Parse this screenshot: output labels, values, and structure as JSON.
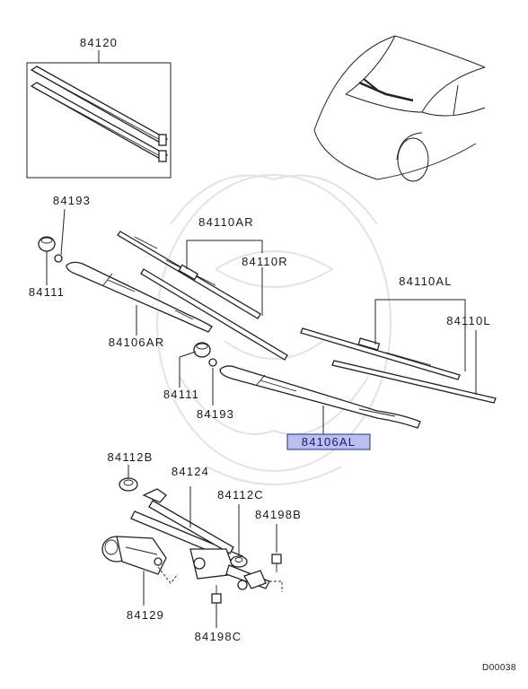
{
  "diagram": {
    "labels": {
      "refill_box": "84120",
      "nut_right": "84193",
      "cap_right": "84111",
      "blade_right_group": "84110AR",
      "refill_right": "84110R",
      "arm_right": "84106AR",
      "cap_left": "84111",
      "nut_left": "84193",
      "blade_left_group": "84110AL",
      "refill_left": "84110L",
      "arm_left_highlighted": "84106AL",
      "pivot_cap_b": "84112B",
      "linkage": "84124",
      "pivot_cap_c": "84112C",
      "bolt_b": "84198B",
      "motor": "84129",
      "bolt_c": "84198C"
    },
    "diagram_code": "D00038",
    "highlight_color": "#b9bff0"
  }
}
